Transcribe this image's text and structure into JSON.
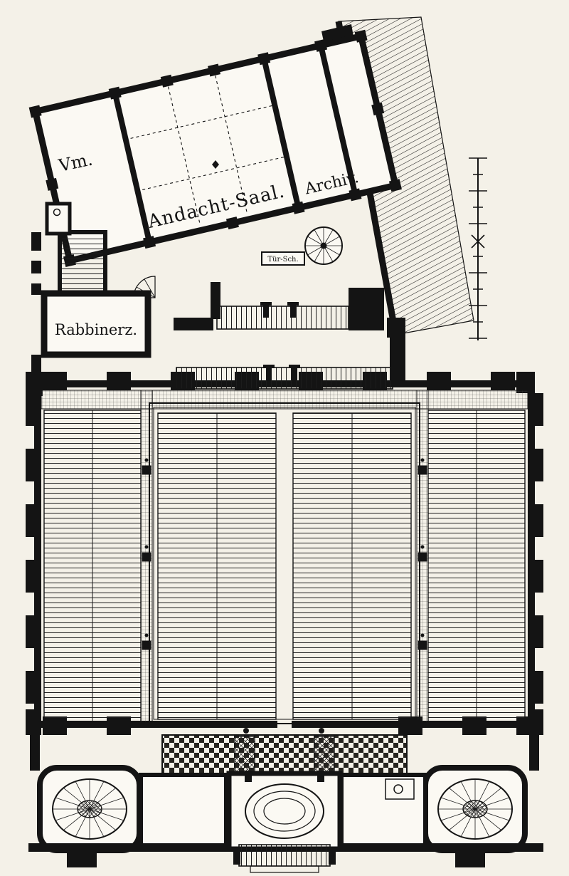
{
  "plan": {
    "colors": {
      "paper": "#f4f1e8",
      "ink": "#141414"
    },
    "rooms": {
      "vm": {
        "label": "Vm."
      },
      "andacht_saal": {
        "label": "Andacht-Saal."
      },
      "archiv": {
        "label": "Archiv."
      },
      "rabbinerz": {
        "label": "Rabbinerz."
      },
      "tuer_sch": {
        "label": "Tür-Sch."
      }
    }
  }
}
